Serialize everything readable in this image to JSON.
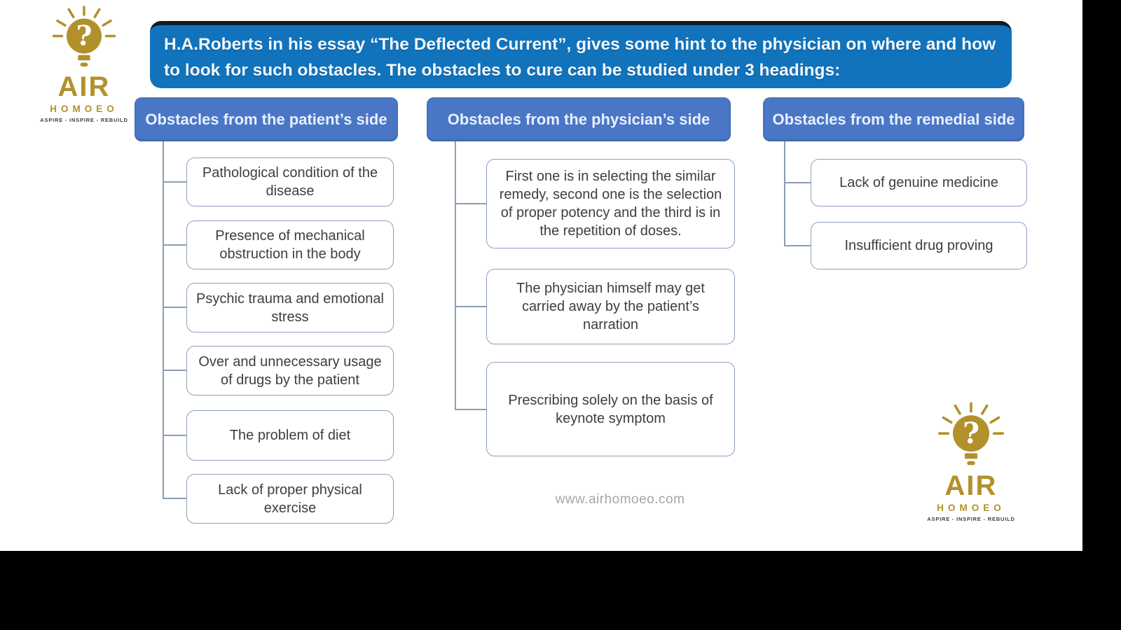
{
  "banner": {
    "text": "H.A.Roberts in his essay “The Deflected Current”, gives some hint to the physician on where and how to look for such obstacles. The obstacles to cure can be studied under 3 headings:"
  },
  "columns": [
    {
      "header": "Obstacles from the patient’s side",
      "items": [
        "Pathological condition of the disease",
        "Presence of mechanical obstruction in the body",
        "Psychic trauma and emotional stress",
        "Over and unnecessary usage of drugs by the patient",
        "The problem of diet",
        "Lack of proper physical exercise"
      ]
    },
    {
      "header": "Obstacles from the physician’s side",
      "items": [
        "First one is in selecting the similar remedy, second one is the selection of proper potency and the third is in the repetition of doses.",
        "The physician himself may get carried away by the patient’s narration",
        "Prescribing solely on the basis of keynote symptom"
      ]
    },
    {
      "header": "Obstacles from the remedial side",
      "items": [
        "Lack of genuine medicine",
        "Insufficient drug proving"
      ]
    }
  ],
  "logo": {
    "air": "AIR",
    "homoeo": "HOMOEO",
    "tagline": "ASPIRE - INSPIRE - REBUILD"
  },
  "footer": {
    "url": "www.airhomoeo.com"
  },
  "colors": {
    "banner_blue": "#1173BB",
    "banner_top_edge": "#111C26",
    "header_blue": "#4A76C6",
    "box_border": "#8CA0BE",
    "connector": "#8C9CB6",
    "box_text": "#3E3E3E",
    "logo_gold": "#B2912C",
    "footer_gray": "#A6A6A6"
  }
}
